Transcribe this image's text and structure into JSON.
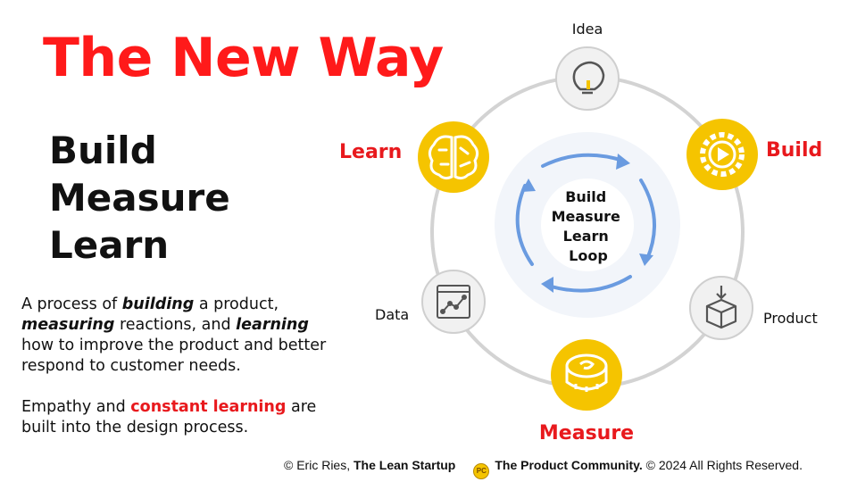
{
  "slide": {
    "title": "The New Way",
    "bml": [
      "Build",
      "Measure",
      "Learn"
    ],
    "description": {
      "p1": [
        {
          "t": "A process of ",
          "s": "n"
        },
        {
          "t": "building",
          "s": "b"
        },
        {
          "t": " a product, ",
          "s": "n"
        },
        {
          "t": "measuring",
          "s": "b"
        },
        {
          "t": " reactions, and ",
          "s": "n"
        },
        {
          "t": "learning",
          "s": "b"
        },
        {
          "t": " how to improve the product and better respond to customer needs.",
          "s": "n"
        }
      ],
      "p2": [
        {
          "t": "Empathy and ",
          "s": "n"
        },
        {
          "t": "constant learning",
          "s": "r"
        },
        {
          "t": " are built into the design process.",
          "s": "n"
        }
      ]
    }
  },
  "diagram": {
    "center_label": [
      "Build",
      "Measure",
      "Learn",
      "Loop"
    ],
    "nodes": {
      "idea": {
        "label": "Idea",
        "icon": "lightbulb-icon"
      },
      "build": {
        "label": "Build",
        "icon": "gear-play-icon"
      },
      "product": {
        "label": "Product",
        "icon": "package-box-icon"
      },
      "measure": {
        "label": "Measure",
        "icon": "tape-measure-icon"
      },
      "data": {
        "label": "Data",
        "icon": "line-chart-icon"
      },
      "learn": {
        "label": "Learn",
        "icon": "brain-icon"
      }
    },
    "colors": {
      "highlight": "#f5c400",
      "accent": "#e8191d",
      "ring": "#d3d3d3",
      "arrows": "#6a9be0"
    }
  },
  "footer": {
    "credit_prefix": "© Eric Ries, ",
    "credit_book": "The Lean Startup",
    "logo_text": "PC",
    "org": "The Product Community.",
    "rights": " © 2024 All Rights Reserved."
  }
}
